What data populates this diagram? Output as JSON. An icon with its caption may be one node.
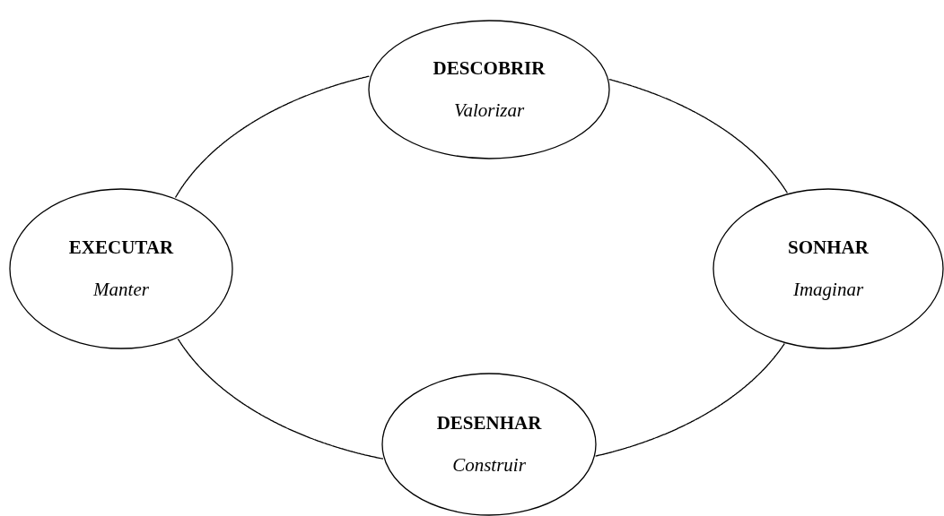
{
  "diagram": {
    "nodes": [
      {
        "text": [
          "DESCOBRIR",
          "Valorizar"
        ]
      },
      {
        "text": [
          "SONHAR",
          "Imaginar"
        ]
      },
      {
        "text": [
          "DESENHAR",
          "Construir"
        ]
      },
      {
        "text": [
          "EXECUTAR",
          "Manter"
        ]
      }
    ],
    "edges": [
      {
        "from": 0,
        "to": 1,
        "arrow": "none"
      },
      {
        "from": 1,
        "to": 2,
        "arrow": "none"
      },
      {
        "from": 2,
        "to": 3,
        "arrow": "none"
      },
      {
        "from": 3,
        "to": 0,
        "arrow": "none"
      }
    ]
  }
}
